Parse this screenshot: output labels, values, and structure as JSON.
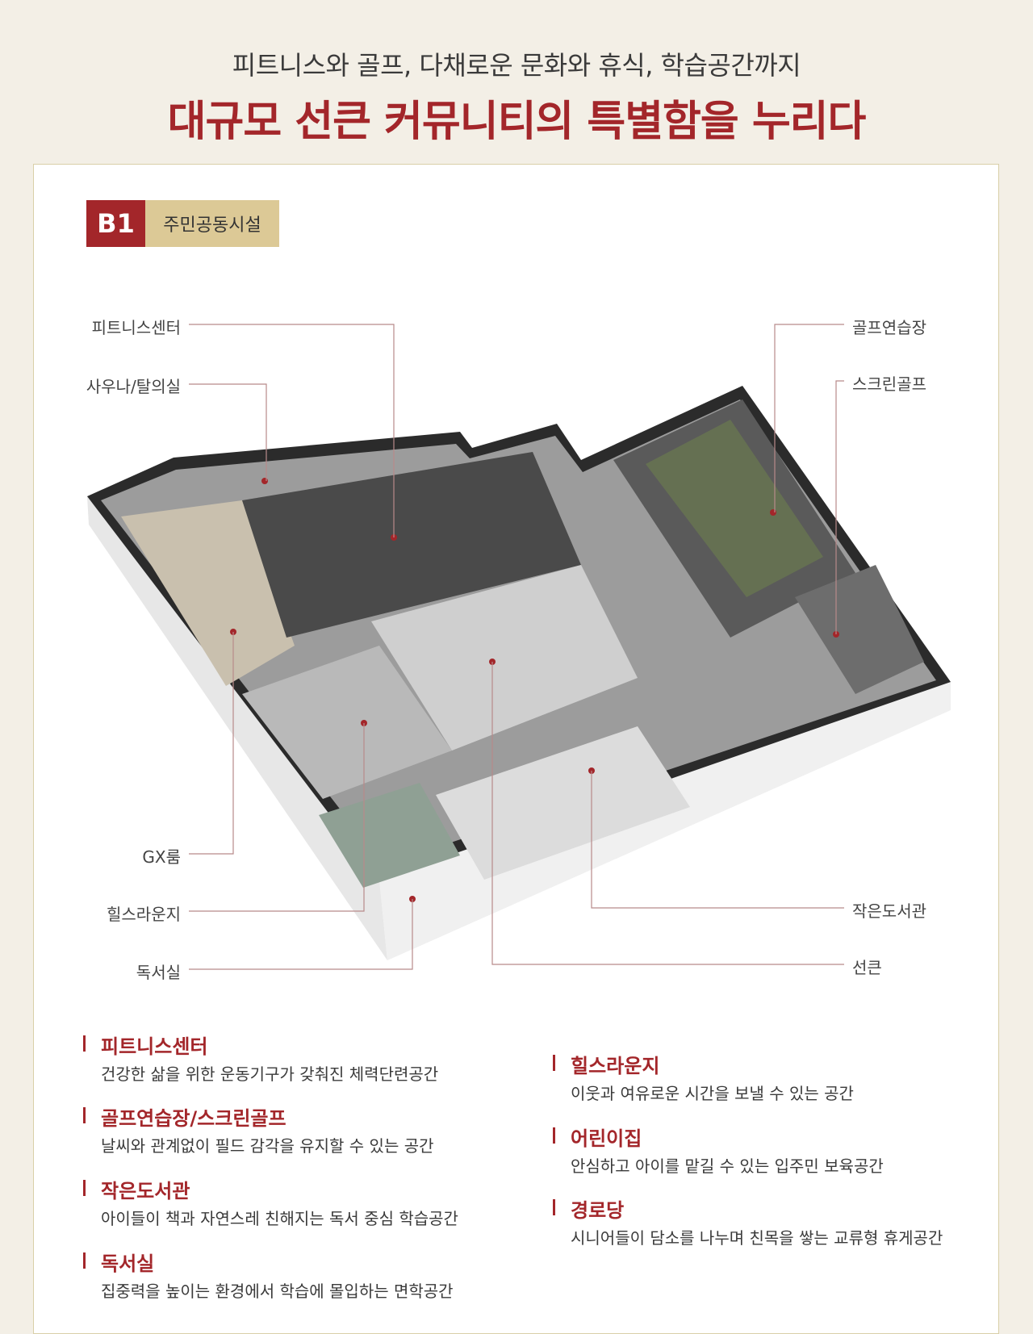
{
  "header": {
    "subtitle": "피트니스와 골프, 다채로운 문화와 휴식, 학습공간까지",
    "title": "대규모 선큰 커뮤니티의 특별함을 누리다"
  },
  "badge": {
    "floor": "B1",
    "label": "주민공동시설"
  },
  "callouts": {
    "fitness": "피트니스센터",
    "sauna": "사우나/탈의실",
    "gx": "GX룸",
    "lounge": "힐스라운지",
    "reading": "독서실",
    "golf_range": "골프연습장",
    "screen_golf": "스크린골프",
    "library": "작은도서관",
    "sunken": "선큰"
  },
  "descriptions": [
    {
      "title": "피트니스센터",
      "text": "건강한 삶을 위한 운동기구가 갖춰진 체력단련공간"
    },
    {
      "title": "골프연습장/스크린골프",
      "text": "날씨와 관계없이 필드 감각을 유지할 수 있는 공간"
    },
    {
      "title": "작은도서관",
      "text": "아이들이 책과 자연스레 친해지는 독서 중심 학습공간"
    },
    {
      "title": "독서실",
      "text": "집중력을 높이는 환경에서 학습에 몰입하는 면학공간"
    },
    {
      "title": "힐스라운지",
      "text": "이웃과 여유로운 시간을 보낼 수 있는 공간"
    },
    {
      "title": "어린이집",
      "text": "안심하고 아이를 맡길 수 있는 입주민 보육공간"
    },
    {
      "title": "경로당",
      "text": "시니어들이 담소를 나누며 친목을 쌓는 교류형 휴게공간"
    }
  ],
  "colors": {
    "accent": "#a3262a",
    "badge_bg": "#dcc996",
    "background": "#f3efe6"
  }
}
